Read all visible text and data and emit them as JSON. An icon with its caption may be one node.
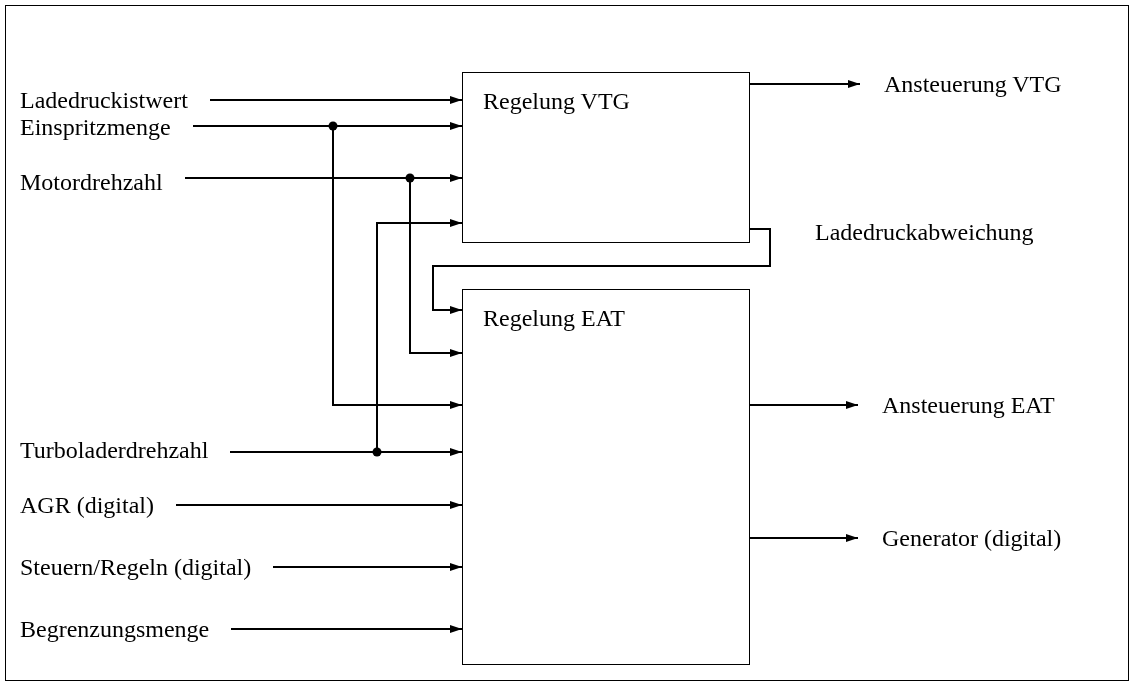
{
  "diagram": {
    "nodes": [
      {
        "text": [
          "Ladedruckistwert"
        ]
      },
      {
        "text": [
          "Einspritzmenge"
        ]
      },
      {
        "text": [
          "Motordrehzahl"
        ]
      },
      {
        "text": [
          "Regelung VTG"
        ]
      },
      {
        "text": [
          "Ansteuerung VTG"
        ]
      },
      {
        "text": [
          "Regelung EAT"
        ]
      },
      {
        "text": [
          "Ansteuerung EAT"
        ]
      },
      {
        "text": [
          "Turboladerdrehzahl"
        ]
      },
      {
        "text": [
          "AGR (digital)"
        ]
      },
      {
        "text": [
          "Steuern/Regeln (digital)"
        ]
      },
      {
        "text": [
          "Generator (digital)"
        ]
      },
      {
        "text": [
          "Begrenzungsmenge"
        ]
      }
    ],
    "edges": [
      {
        "from": 0,
        "to": 3,
        "arrow": "to"
      },
      {
        "from": 1,
        "to": 3,
        "arrow": "to"
      },
      {
        "from": 1,
        "to": 5,
        "arrow": "to"
      },
      {
        "from": 2,
        "to": 3,
        "arrow": "to"
      },
      {
        "from": 2,
        "to": 5,
        "arrow": "to"
      },
      {
        "from": 7,
        "to": 3,
        "arrow": "to"
      },
      {
        "from": 7,
        "to": 5,
        "arrow": "to"
      },
      {
        "from": 8,
        "to": 5,
        "arrow": "to"
      },
      {
        "from": 9,
        "to": 5,
        "arrow": "to"
      },
      {
        "from": 11,
        "to": 5,
        "arrow": "to"
      },
      {
        "from": 3,
        "to": 4,
        "arrow": "to"
      },
      {
        "from": 3,
        "to": 5,
        "arrow": "to",
        "label": "Ladedruckabweichung"
      },
      {
        "from": 5,
        "to": 6,
        "arrow": "to"
      },
      {
        "from": 5,
        "to": 10,
        "arrow": "to"
      }
    ]
  }
}
